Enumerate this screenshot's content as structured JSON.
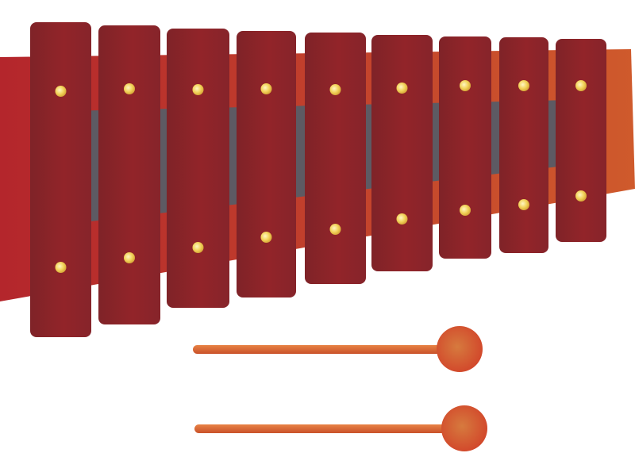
{
  "scene": {
    "subject": "xylophone",
    "background_color": "#ffffff"
  },
  "xylophone": {
    "bar_count": 9,
    "bar_color": "#8e242a",
    "frame_color_left": "#b4262c",
    "frame_color_right": "#cf5a2c",
    "rail_color": "#5d5a63",
    "screw_color": "#f2d35a",
    "bar_icon": "xylophone-bar",
    "screw_icon": "screw-dot"
  },
  "mallets": {
    "count": 2,
    "handle_color": "#e06a32",
    "head_color": "#d9552b",
    "icon": "mallet"
  }
}
